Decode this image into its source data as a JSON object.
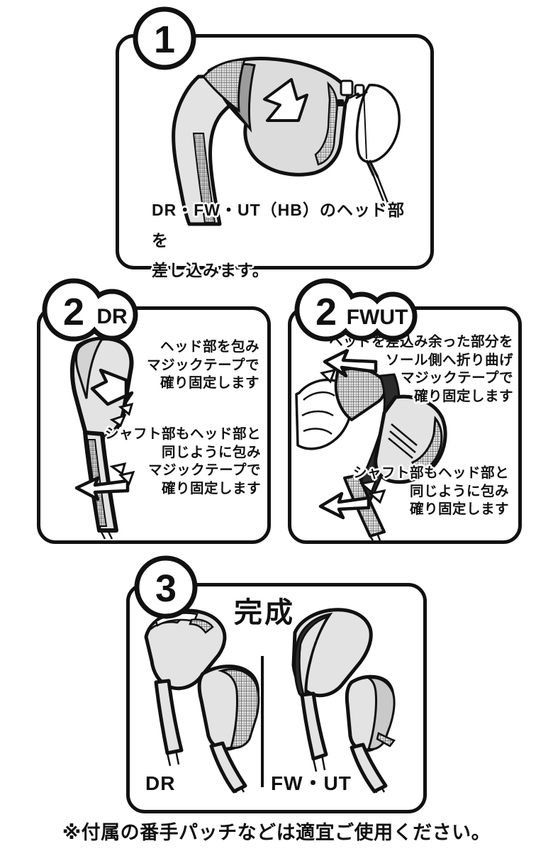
{
  "document": {
    "kind": "instruction-sheet",
    "language": "ja",
    "background_color": "#ffffff",
    "ink_color": "#111111"
  },
  "panels": [
    {
      "id": "panel-1",
      "badge": {
        "number": "1",
        "suffix": ""
      },
      "caption": "DR・FW・UT（HB）のヘッド部を\n差し込みます。"
    },
    {
      "id": "panel-2dr",
      "badge": {
        "number": "2",
        "suffix": "DR"
      },
      "text_top": "ヘッド部を包み\nマジックテープで\n確り固定します",
      "text_bottom": "シャフト部もヘッド部と\n同じように包み\nマジックテープで\n確り固定します"
    },
    {
      "id": "panel-2fwut",
      "badge": {
        "number": "2",
        "suffix": "FWUT"
      },
      "text_top": "ヘッドを差込み余った部分を\nソール側へ折り曲げ\nマジックテープで\n確り固定します",
      "text_bottom": "シャフト部もヘッド部と\n同じように包み\n確り固定します"
    },
    {
      "id": "panel-3",
      "badge": {
        "number": "3",
        "suffix": ""
      },
      "title": "完成",
      "label_left": "DR",
      "label_right": "FW・UT"
    }
  ],
  "footer": {
    "note": "※付属の番手パッチなどは適宜ご使用ください。"
  },
  "colors": {
    "ink": "#111111",
    "cover_light": "#e3e3e3",
    "cover_mid": "#c9c9c9",
    "cover_dark": "#9c9c9c",
    "white": "#ffffff"
  }
}
